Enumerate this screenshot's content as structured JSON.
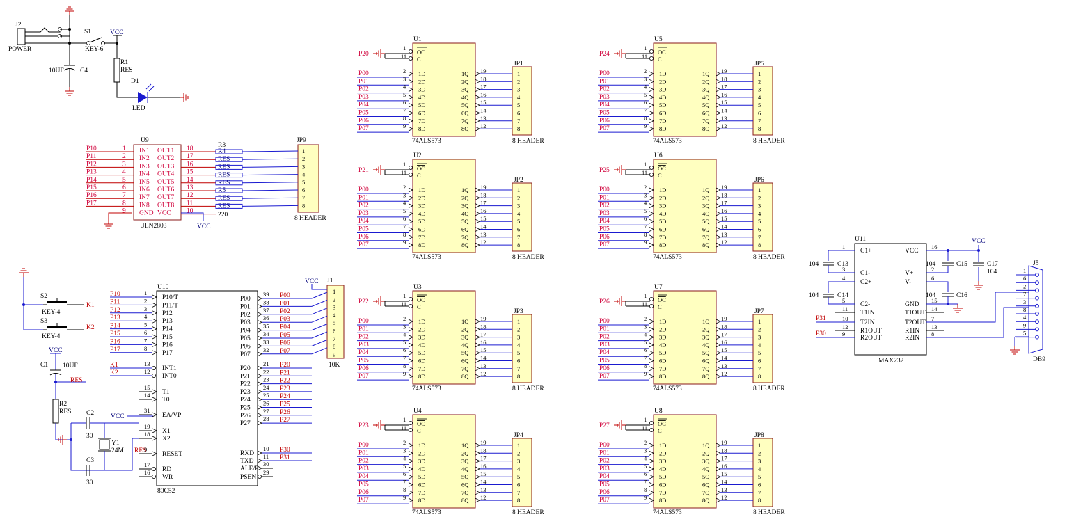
{
  "latches": [
    {
      "ref": "U1",
      "part": "74ALS573",
      "oe_net": "P20",
      "hdr_ref": "JP1",
      "hdr_part": "8 HEADER"
    },
    {
      "ref": "U5",
      "part": "74ALS573",
      "oe_net": "P24",
      "hdr_ref": "JP5",
      "hdr_part": "8 HEADER"
    },
    {
      "ref": "U2",
      "part": "74ALS573",
      "oe_net": "P21",
      "hdr_ref": "JP2",
      "hdr_part": "8 HEADER"
    },
    {
      "ref": "U6",
      "part": "74ALS573",
      "oe_net": "P25",
      "hdr_ref": "JP6",
      "hdr_part": "8 HEADER"
    },
    {
      "ref": "U3",
      "part": "74ALS573",
      "oe_net": "P22",
      "hdr_ref": "JP3",
      "hdr_part": "8 HEADER"
    },
    {
      "ref": "U7",
      "part": "74ALS573",
      "oe_net": "P26",
      "hdr_ref": "JP7",
      "hdr_part": "8 HEADER"
    },
    {
      "ref": "U4",
      "part": "74ALS573",
      "oe_net": "P23",
      "hdr_ref": "JP4",
      "hdr_part": "8 HEADER"
    },
    {
      "ref": "U8",
      "part": "74ALS573",
      "oe_net": "P27",
      "hdr_ref": "JP8",
      "hdr_part": "8 HEADER"
    }
  ],
  "latch_pins": {
    "oc_label": "OC",
    "c_label": "C",
    "oc_num": "1",
    "c_num": "11",
    "in_nets": [
      "P00",
      "P01",
      "P02",
      "P03",
      "P04",
      "P05",
      "P06",
      "P07"
    ],
    "in_nums": [
      "2",
      "3",
      "4",
      "5",
      "6",
      "7",
      "8",
      "9"
    ],
    "in_names": [
      "1D",
      "2D",
      "3D",
      "4D",
      "5D",
      "6D",
      "7D",
      "8D"
    ],
    "out_names": [
      "1Q",
      "2Q",
      "3Q",
      "4Q",
      "5Q",
      "6Q",
      "7Q",
      "8Q"
    ],
    "out_nums": [
      "19",
      "18",
      "17",
      "16",
      "15",
      "14",
      "13",
      "12"
    ],
    "hdr_pins": [
      "1",
      "2",
      "3",
      "4",
      "5",
      "6",
      "7",
      "8"
    ]
  },
  "power": {
    "j2_ref": "J2",
    "j2_name": "POWER",
    "s1_ref": "S1",
    "s1_name": "KEY-6",
    "vcc": "VCC",
    "r1_ref": "R1",
    "r1_name": "RES",
    "c4_value": "10UF",
    "c4_ref": "C4",
    "d1_ref": "D1",
    "d1_name": "LED"
  },
  "uln": {
    "ref": "U9",
    "part": "ULN2803",
    "in_nets": [
      "P10",
      "P11",
      "P12",
      "P13",
      "P14",
      "P15",
      "P16",
      "P17"
    ],
    "in_nums": [
      "1",
      "2",
      "3",
      "4",
      "5",
      "6",
      "7",
      "8",
      "9"
    ],
    "in_names": [
      "IN1",
      "IN2",
      "IN3",
      "IN4",
      "IN5",
      "IN6",
      "IN7",
      "IN8",
      "GND"
    ],
    "out_names": [
      "OUT1",
      "OUT2",
      "OUT3",
      "OUT4",
      "OUT5",
      "OUT6",
      "OUT7",
      "OUT8",
      "VCC"
    ],
    "out_nums": [
      "18",
      "17",
      "16",
      "15",
      "14",
      "13",
      "12",
      "11",
      "10"
    ],
    "res_labels": [
      "R4",
      "RES",
      "RES",
      "RES",
      "RES",
      "R5",
      "RES",
      "RES"
    ],
    "r3_ref": "R3",
    "r_value": "220",
    "vcc": "VCC",
    "hdr_ref": "JP9",
    "hdr_part": "8 HEADER",
    "hdr_pins": [
      "1",
      "2",
      "3",
      "4",
      "5",
      "6",
      "7",
      "8"
    ]
  },
  "mcu": {
    "ref": "U10",
    "part": "80C52",
    "left_nets": [
      "P10",
      "P11",
      "P12",
      "P13",
      "P14",
      "P15",
      "P16",
      "P17"
    ],
    "left_nums": [
      "1",
      "2",
      "3",
      "4",
      "5",
      "6",
      "7",
      "8"
    ],
    "left_names": [
      "P10/T",
      "P11/T",
      "P12",
      "P13",
      "P14",
      "P15",
      "P16",
      "P17"
    ],
    "int_nets": [
      "K1",
      "K2"
    ],
    "int_nums": [
      "13",
      "12"
    ],
    "int_names": [
      "INT1",
      "INT0"
    ],
    "t_nums": [
      "15",
      "14"
    ],
    "t_names": [
      "T1",
      "T0"
    ],
    "ea_num": "31",
    "ea_name": "EA/VP",
    "ea_net": "VCC",
    "x_nums": [
      "19",
      "18"
    ],
    "x_names": [
      "X1",
      "X2"
    ],
    "reset_net": "RES",
    "reset_num": "9",
    "reset_name": "RESET",
    "rdwr_nums": [
      "17",
      "16"
    ],
    "rdwr_names": [
      "RD",
      "WR"
    ],
    "p0_names": [
      "P00",
      "P01",
      "P02",
      "P03",
      "P04",
      "P05",
      "P06",
      "P07"
    ],
    "p0_nums": [
      "39",
      "38",
      "37",
      "36",
      "35",
      "34",
      "33",
      "32"
    ],
    "p0_nets": [
      "P00",
      "P01",
      "P02",
      "P03",
      "P04",
      "P05",
      "P06",
      "P07"
    ],
    "p2_names": [
      "P20",
      "P21",
      "P22",
      "P23",
      "P24",
      "P25",
      "P26",
      "P27"
    ],
    "p2_nums": [
      "21",
      "22",
      "23",
      "24",
      "25",
      "26",
      "27",
      "28"
    ],
    "p2_nets": [
      "P20",
      "P21",
      "P22",
      "P23",
      "P24",
      "P25",
      "P26",
      "P27"
    ],
    "rx_names": [
      "RXD",
      "TXD"
    ],
    "rx_nums": [
      "10",
      "11"
    ],
    "rx_nets": [
      "P30",
      "P31"
    ],
    "ale_names": [
      "ALE/P",
      "PSEN"
    ],
    "ale_nums": [
      "30",
      "29"
    ]
  },
  "j1": {
    "ref": "J1",
    "part": "10K",
    "vcc": "VCC",
    "pins": [
      "1",
      "2",
      "3",
      "4",
      "5",
      "6",
      "7",
      "8",
      "9"
    ]
  },
  "keys": {
    "s2_ref": "S2",
    "s2_name": "KEY-4",
    "k1": "K1",
    "s3_ref": "S3",
    "s3_name": "KEY-4",
    "k2": "K2"
  },
  "reset_ckt": {
    "vcc": "VCC",
    "c1_ref": "C1",
    "c1_value": "10UF",
    "res_net": "RES",
    "r2_ref": "R2",
    "r2_name": "RES"
  },
  "xtal": {
    "c2_ref": "C2",
    "c2_value": "30",
    "c3_ref": "C3",
    "c3_value": "30",
    "y1_ref": "Y1",
    "y1_value": "24M",
    "vcc": "VCC"
  },
  "max232": {
    "ref": "U11",
    "part": "MAX232",
    "vcc": "VCC",
    "left_names": [
      "C1+",
      "C1-",
      "C2+",
      "C2-",
      "T1IN",
      "T2IN",
      "R1OUT",
      "R2OUT"
    ],
    "left_nums": [
      "1",
      "3",
      "4",
      "5",
      "11",
      "10",
      "12",
      "9"
    ],
    "right_names": [
      "VCC",
      "V+",
      "V-",
      "GND",
      "T1OUT",
      "T2OUT",
      "R1IN",
      "R2IN"
    ],
    "right_nums": [
      "16",
      "2",
      "6",
      "15",
      "14",
      "7",
      "13",
      "8"
    ],
    "t2in_net": "P31",
    "r2out_net": "P30",
    "c13": {
      "ref": "C13",
      "value": "104"
    },
    "c14": {
      "ref": "C14",
      "value": "104"
    },
    "c15": {
      "ref": "C15",
      "value": "104"
    },
    "c16": {
      "ref": "C16",
      "value": "104"
    },
    "c17": {
      "ref": "C17",
      "value": "104"
    },
    "j5_ref": "J5",
    "j5_part": "DB9",
    "j5_pins": [
      "1",
      "6",
      "2",
      "7",
      "3",
      "8",
      "4",
      "9",
      "5"
    ]
  }
}
